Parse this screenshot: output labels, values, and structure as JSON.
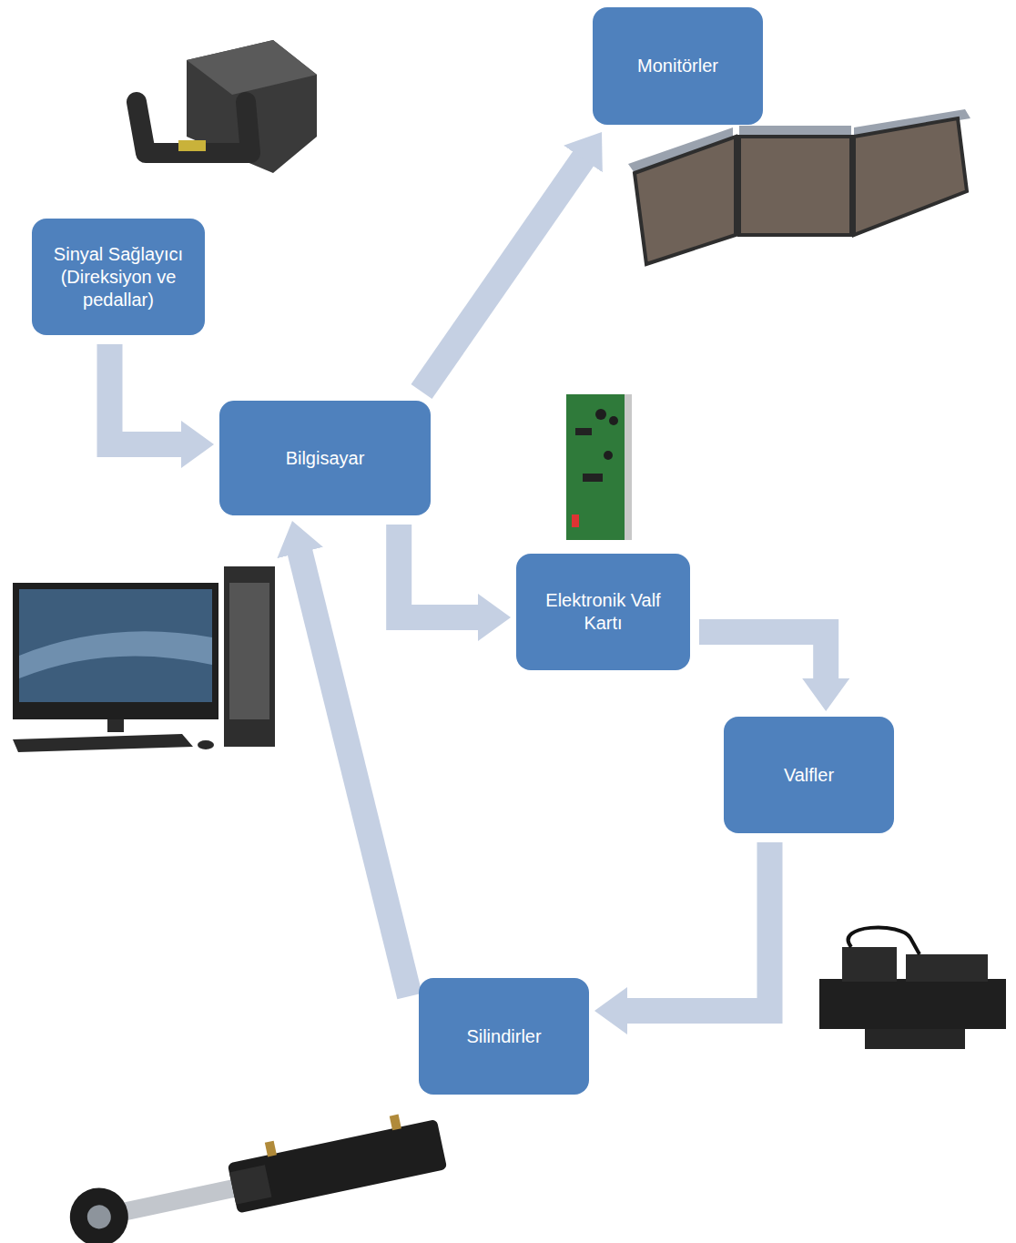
{
  "diagram": {
    "nodes": [
      {
        "text": [
          "Monitörler"
        ]
      },
      {
        "text": [
          "Sinyal Sağlayıcı (Direksiyon ve pedallar)"
        ]
      },
      {
        "text": [
          "Bilgisayar"
        ]
      },
      {
        "text": [
          "Elektronik Valf Kartı"
        ]
      },
      {
        "text": [
          "Valfler"
        ]
      },
      {
        "text": [
          "Silindirler"
        ]
      }
    ],
    "edges": [
      {
        "from": 1,
        "to": 2,
        "arrow": "to"
      },
      {
        "from": 2,
        "to": 0,
        "arrow": "to"
      },
      {
        "from": 2,
        "to": 3,
        "arrow": "to"
      },
      {
        "from": 3,
        "to": 4,
        "arrow": "to"
      },
      {
        "from": 4,
        "to": 5,
        "arrow": "to"
      },
      {
        "from": 5,
        "to": 2,
        "arrow": "to"
      }
    ]
  }
}
